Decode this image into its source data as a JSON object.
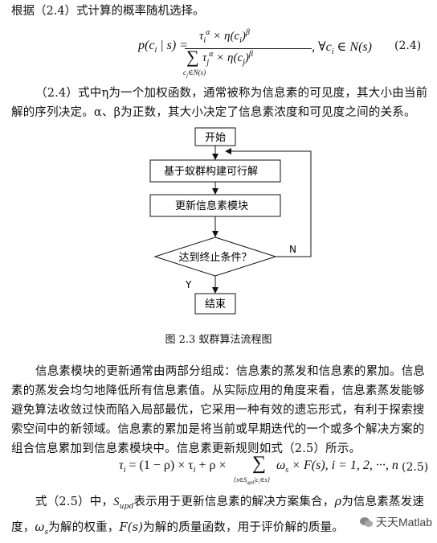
{
  "intro_line": "根据（2.4）式计算的概率随机选择。",
  "eq24": {
    "lhs": "p(c",
    "lhs_sub": "i",
    "lhs_rest": " | s) =",
    "num": "τ",
    "num_sub": "i",
    "num_sup": "α",
    "num_mid": " × η(c",
    "num_sub2": "i",
    "num_end": ")",
    "num_sup2": "β",
    "den_sum": "∑",
    "den_sum_sub": "c",
    "den_sum_sub2": "j",
    "den_sum_sub3": "∈N(s)",
    "den_tau": "τ",
    "den_tau_sub": "j",
    "den_tau_sup": "α",
    "den_mid": " × η(c",
    "den_sub": "j",
    "den_end": ")",
    "den_sup": "β",
    "cond": ", ∀c",
    "cond_sub": "i",
    "cond_end": " ∈ N(s)",
    "number": "(2.4)"
  },
  "para1": "（2.4）式中η为一个加权函数，通常被称为信息素的可见度，其大小由当前解的序列决定。α、β为正数，其大小决定了信息素浓度和可见度之间的关系。",
  "flowchart": {
    "start": "开始",
    "step1": "基于蚁群构建可行解",
    "step2": "更新信息素模块",
    "decision": "达到终止条件？",
    "yes": "Y",
    "no": "N",
    "end": "结束"
  },
  "caption": "图 2.3   蚁群算法流程图",
  "para2": "信息素模块的更新通常由两部分组成：信息素的蒸发和信息素的累加。信息素的蒸发会均匀地降低所有信息素值。从实际应用的角度来看，信息素蒸发能够避免算法收敛过快而陷入局部最优，它采用一种有效的遗忘形式，有利于探索搜索空间中的新领域。信息素的累加是将当前或早期迭代的一个或多个解决方案的组合信息累加到信息素模块中。信息素更新规则如式（2.5）所示。",
  "eq25": {
    "text_left": "τ",
    "text_left_sub": "i",
    "body": " = (1 − ρ) × τ",
    "body_sub": "i",
    "body2": " + ρ × ",
    "sum": "∑",
    "sum_sub": "{s∈S",
    "sum_sub_sub": "upd",
    "sum_sub_end": "|c",
    "sum_sub_i": "i",
    "sum_sub_close": "∈s}",
    "after": "ω",
    "after_sub": "s",
    "after2": " × F(s),  i = 1, 2, ···, n",
    "number": "(2.5)"
  },
  "para3_a": "式（2.5）中，",
  "para3_s": "S",
  "para3_s_sub": "upd",
  "para3_b": "表示用于更新信息素的解决方案集合，",
  "para3_rho": "ρ",
  "para3_c": "为信息素蒸发速度，",
  "para3_omega": "ω",
  "para3_omega_sub": "s",
  "para3_d": "为解的权重，",
  "para3_f": "F(s)",
  "para3_e": "为解的质量函数，用于评价解的质量。",
  "watermark": "天天Matlab"
}
